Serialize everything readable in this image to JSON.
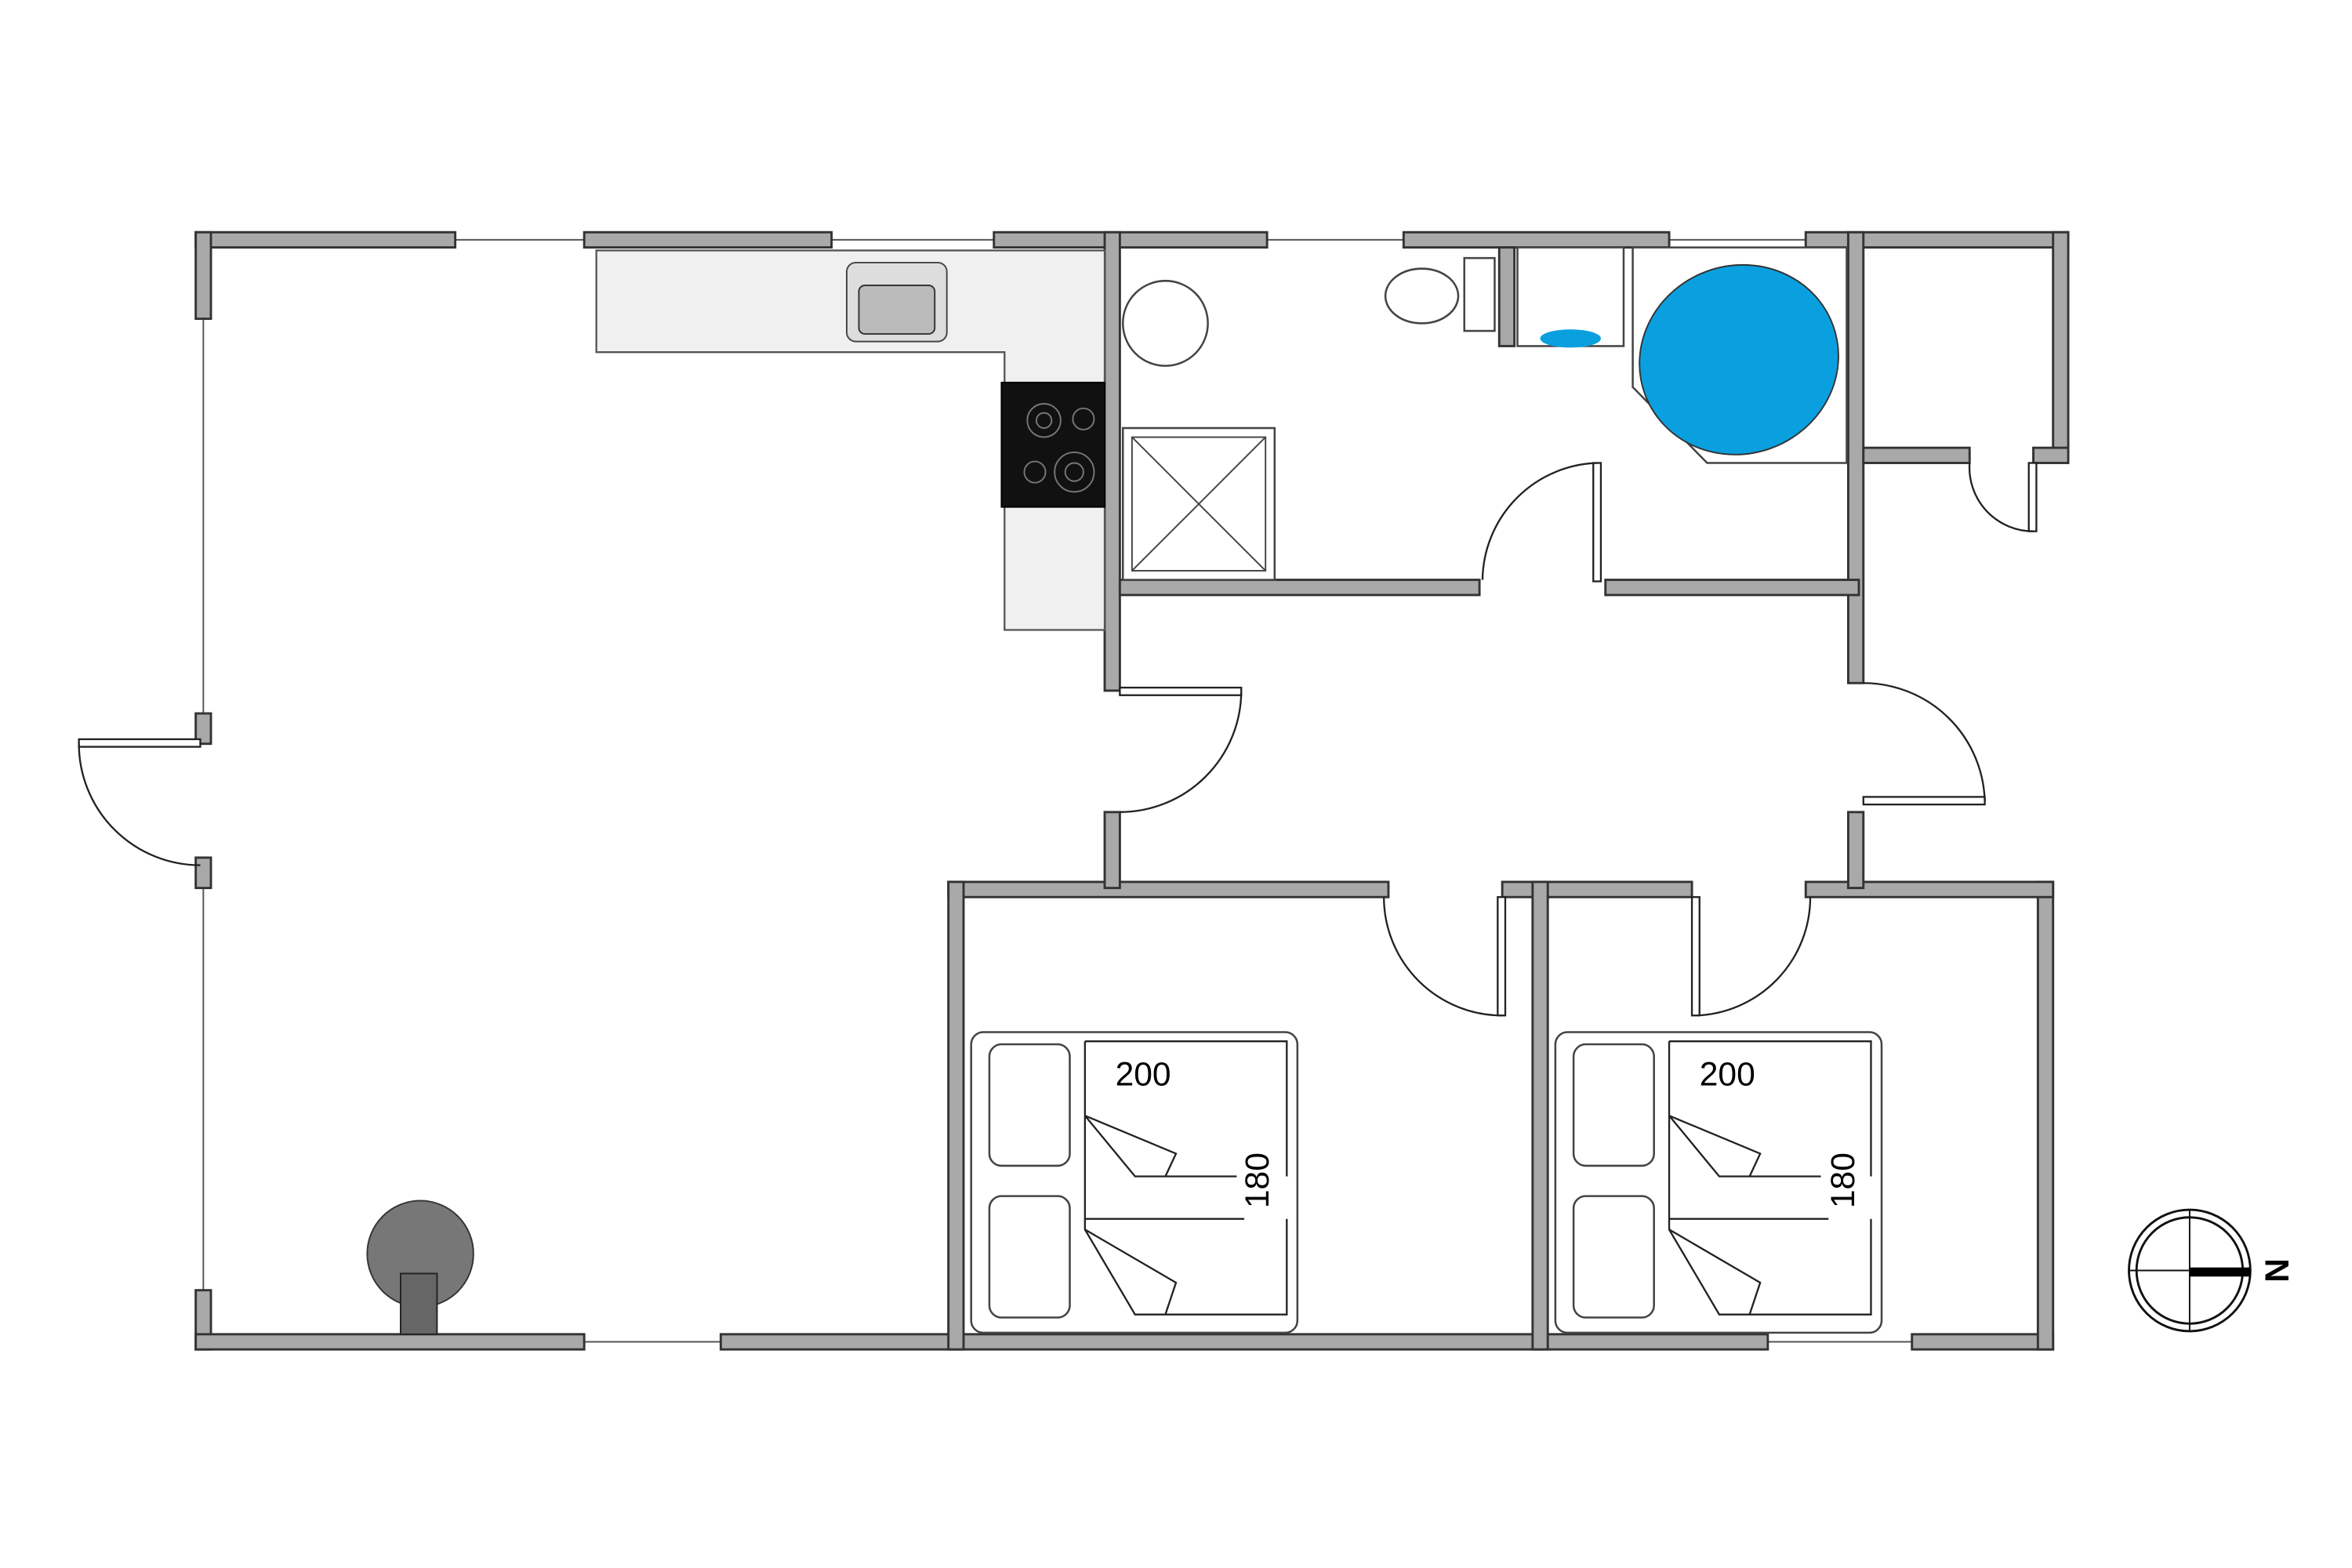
{
  "plan": {
    "bedroom_1": {
      "bed_length": "200",
      "bed_width": "180"
    },
    "bedroom_2": {
      "bed_length": "200",
      "bed_width": "180"
    },
    "compass": {
      "north_label": "N"
    }
  },
  "colors": {
    "wall": "#a9a9a9",
    "bathtub": "#0aa0e0",
    "stove": "#111111",
    "fireplace": "#777777",
    "counter": "#f0f0f0"
  }
}
